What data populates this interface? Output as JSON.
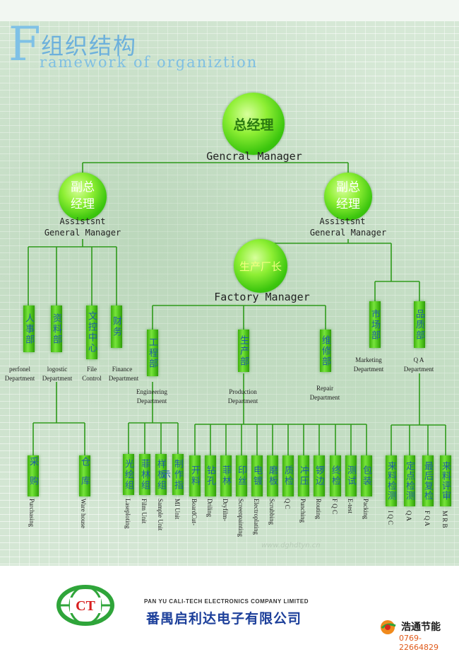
{
  "header": {
    "big_letter": "F",
    "title_cn": "组织结构",
    "title_en": "ramework of organiztion"
  },
  "top": {
    "gm_cn": "总经理",
    "gm_en": "Gencral Manager",
    "ag_left_cn_1": "副总",
    "ag_left_cn_2": "经理",
    "ag_left_en_1": "Assistsnt",
    "ag_left_en_2": "General Manager",
    "ag_right_cn_1": "副总",
    "ag_right_cn_2": "经理",
    "ag_right_en_1": "Assistsnt",
    "ag_right_en_2": "General Manager",
    "fm_cn": "生产厂长",
    "fm_en": "Factory Manager"
  },
  "departments": [
    {
      "cn": "人事部",
      "en1": "perfonel",
      "en2": "Department"
    },
    {
      "cn": "资料部",
      "en1": "logostic",
      "en2": "Department"
    },
    {
      "cn": "文控中心",
      "en1": "File",
      "en2": "Control"
    },
    {
      "cn": "财务",
      "en1": "Finance",
      "en2": "Department"
    },
    {
      "cn": "工程部",
      "en1": "Engineering",
      "en2": "Department"
    },
    {
      "cn": "生产部",
      "en1": "Production",
      "en2": "Department"
    },
    {
      "cn": "维修部",
      "en1": "Repair",
      "en2": "Department"
    },
    {
      "cn": "市场部",
      "en1": "Marketing",
      "en2": "Department"
    },
    {
      "cn": "品质部",
      "en1": "Q A",
      "en2": "Department"
    }
  ],
  "units": [
    {
      "cn": "采购",
      "en": "Purchasing"
    },
    {
      "cn": "仓库",
      "en": "Ware house"
    },
    {
      "cn": "光绘组",
      "en": "Laseploting"
    },
    {
      "cn": "菲林组",
      "en": "Film Unit"
    },
    {
      "cn": "样板组",
      "en": "Sample Unit"
    },
    {
      "cn": "制作指示",
      "en": "MI Unit"
    },
    {
      "cn": "开料",
      "en": "BoardCut-"
    },
    {
      "cn": "钻孔",
      "en": "Driling"
    },
    {
      "cn": "菲林",
      "en": "Dryfilm-"
    },
    {
      "cn": "印丝",
      "en": "Screenpainting"
    },
    {
      "cn": "电镀",
      "en": "Electroplating"
    },
    {
      "cn": "磨板",
      "en": "Scrubbing"
    },
    {
      "cn": "质检",
      "en": "Q C"
    },
    {
      "cn": "冲压",
      "en": "Punching"
    },
    {
      "cn": "锣边",
      "en": "Routing"
    },
    {
      "cn": "终检",
      "en": "F Q C"
    },
    {
      "cn": "测试",
      "en": "E-test"
    },
    {
      "cn": "包装",
      "en": "Packing"
    },
    {
      "cn": "来料检测",
      "en": "I Q C"
    },
    {
      "cn": "定点检测",
      "en": "Q A"
    },
    {
      "cn": "最后复检",
      "en": "F Q A"
    },
    {
      "cn": "来料评审",
      "en": "M R B"
    }
  ],
  "watermark": "www.dghdtyn.cn",
  "footer": {
    "logo_text": "CT",
    "company_en": "PAN YU CALI-TECH ELECTRONICS COMPANY LIMITED",
    "company_cn": "番禺启利达电子有限公司",
    "brand_name": "浩通节能",
    "brand_phone": "0769-22664829"
  },
  "colors": {
    "line": "#2e9a1a",
    "box_text": "#1f5ea3",
    "title": "#6cb0dc",
    "company_cn": "#1c3f9a"
  }
}
